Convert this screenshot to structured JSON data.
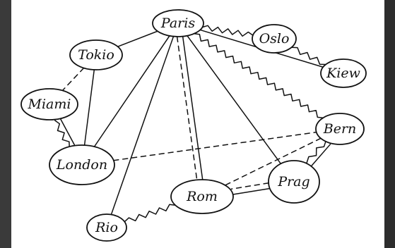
{
  "nodes": [
    {
      "id": "paris",
      "label": "Paris"
    },
    {
      "id": "oslo",
      "label": "Oslo"
    },
    {
      "id": "tokio",
      "label": "Tokio"
    },
    {
      "id": "kiew",
      "label": "Kiew"
    },
    {
      "id": "miami",
      "label": "Miami"
    },
    {
      "id": "bern",
      "label": "Bern"
    },
    {
      "id": "london",
      "label": "London"
    },
    {
      "id": "prag",
      "label": "Prag"
    },
    {
      "id": "rom",
      "label": "Rom"
    },
    {
      "id": "rio",
      "label": "Rio"
    }
  ],
  "edges": [
    {
      "from": "paris",
      "to": "tokio",
      "style": "solid"
    },
    {
      "from": "paris",
      "to": "oslo",
      "style": "zigzag"
    },
    {
      "from": "oslo",
      "to": "kiew",
      "style": "zigzag"
    },
    {
      "from": "paris",
      "to": "kiew",
      "style": "solid"
    },
    {
      "from": "paris",
      "to": "bern",
      "style": "zigzag"
    },
    {
      "from": "paris",
      "to": "prag",
      "style": "solid"
    },
    {
      "from": "paris",
      "to": "rom",
      "style": "solid"
    },
    {
      "from": "paris",
      "to": "rom",
      "style": "dashed"
    },
    {
      "from": "paris",
      "to": "rio",
      "style": "solid"
    },
    {
      "from": "paris",
      "to": "london",
      "style": "solid"
    },
    {
      "from": "tokio",
      "to": "miami",
      "style": "dashed"
    },
    {
      "from": "tokio",
      "to": "london",
      "style": "solid"
    },
    {
      "from": "miami",
      "to": "london",
      "style": "solid"
    },
    {
      "from": "miami",
      "to": "london",
      "style": "zigzag"
    },
    {
      "from": "london",
      "to": "bern",
      "style": "dashed"
    },
    {
      "from": "bern",
      "to": "rom",
      "style": "dashed"
    },
    {
      "from": "bern",
      "to": "prag",
      "style": "solid"
    },
    {
      "from": "bern",
      "to": "prag",
      "style": "zigzag"
    },
    {
      "from": "prag",
      "to": "rom",
      "style": "solid"
    },
    {
      "from": "prag",
      "to": "rom",
      "style": "dashed"
    },
    {
      "from": "rio",
      "to": "rom",
      "style": "zigzag"
    }
  ]
}
